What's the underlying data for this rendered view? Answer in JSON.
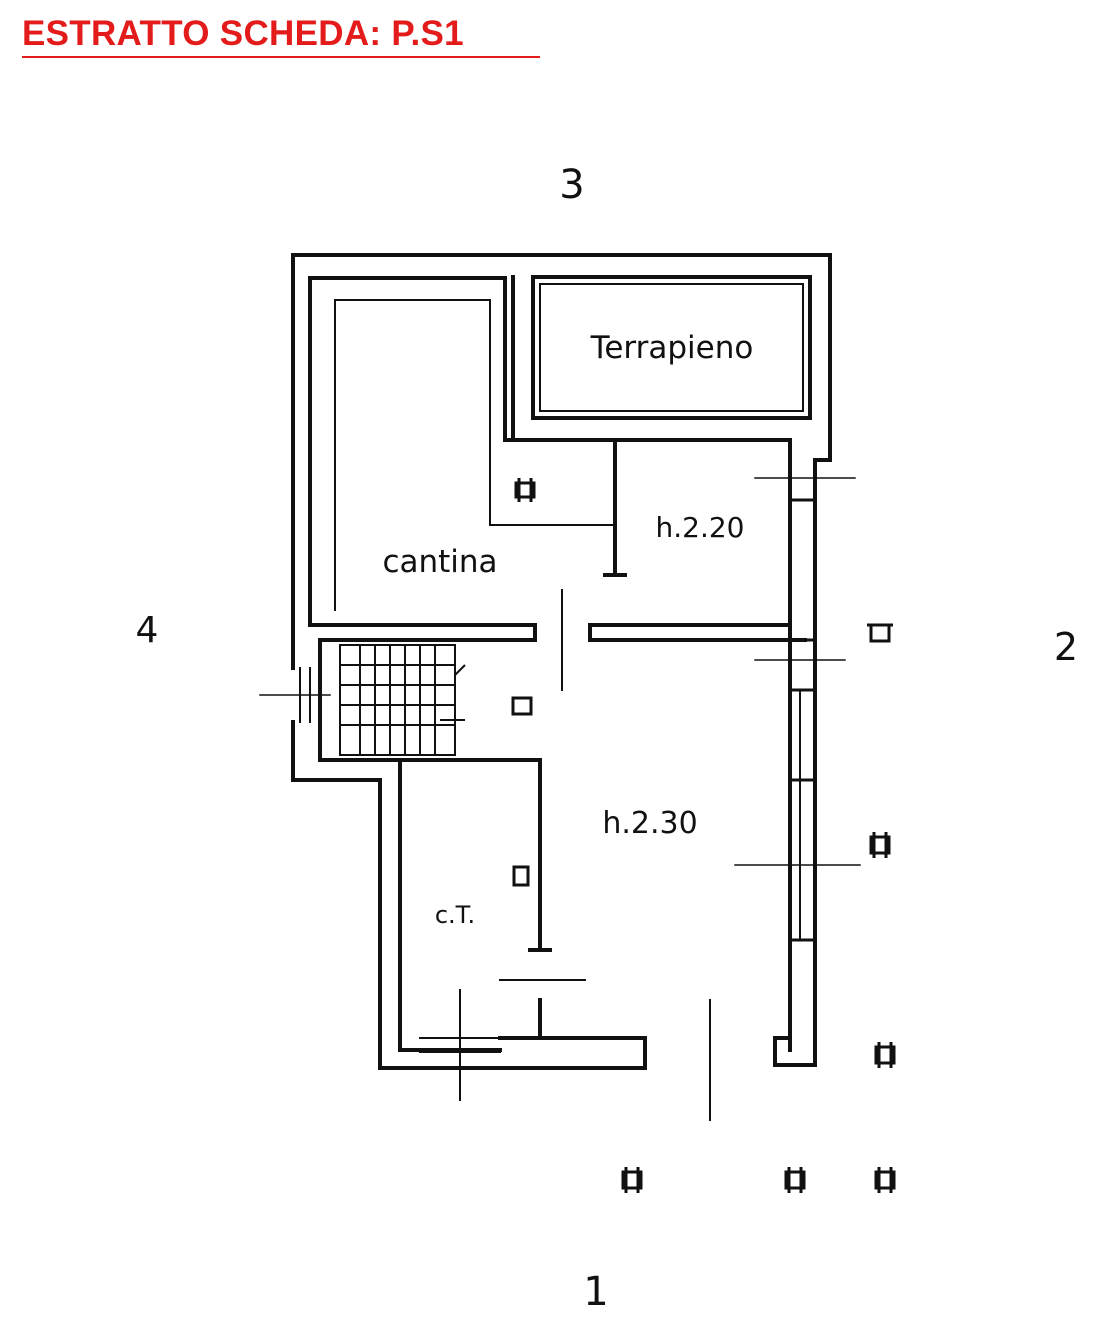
{
  "header": {
    "title": "ESTRATTO SCHEDA: P.S1"
  },
  "plan": {
    "orientation_labels": {
      "top": "3",
      "left": "4",
      "right": "2",
      "bottom": "1"
    },
    "rooms": {
      "terrapieno": "Terrapieno",
      "cantina": "cantina",
      "storage_height": "h.2.20",
      "main_height": "h.2.30",
      "boiler_room": "c.T."
    }
  },
  "colors": {
    "title": "#e31b1b",
    "lines": "#111111"
  }
}
